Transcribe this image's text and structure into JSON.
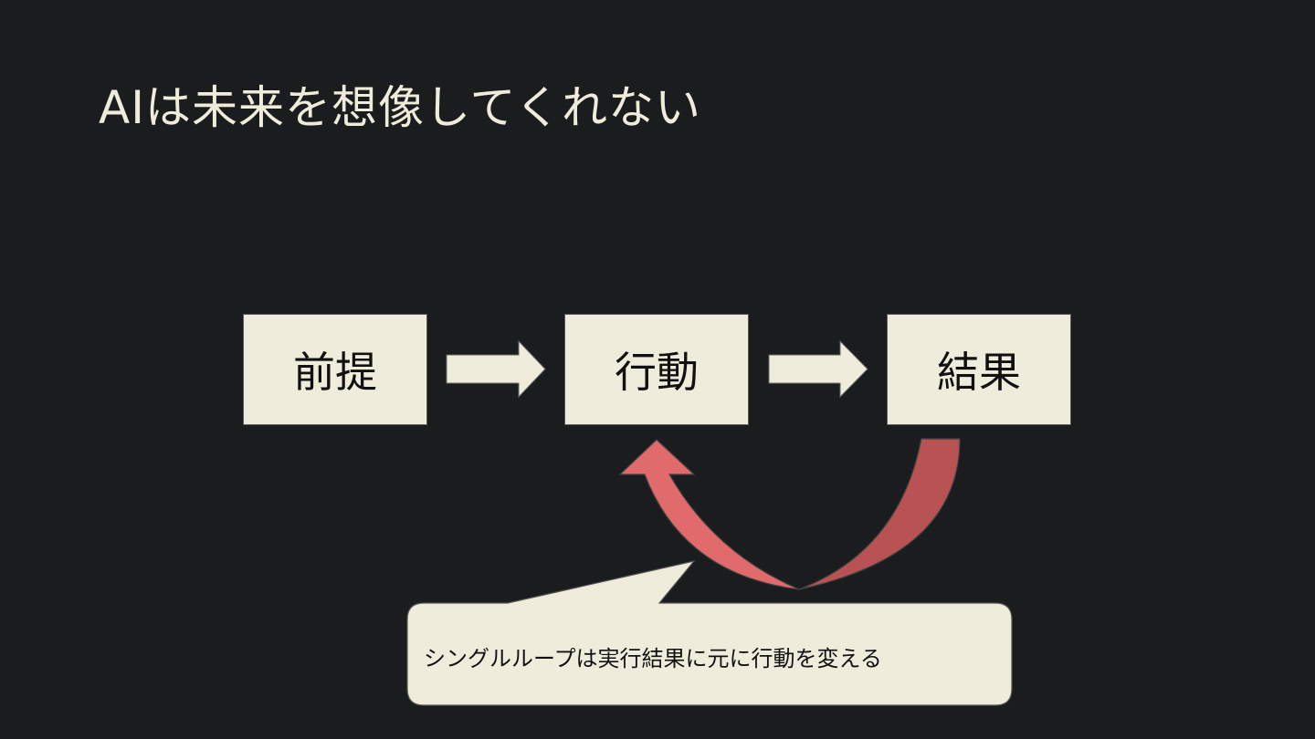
{
  "slide": {
    "title": "AIは未来を想像してくれない"
  },
  "flow": {
    "steps": [
      "前提",
      "行動",
      "結果"
    ]
  },
  "callout": {
    "text": "シングルループは実行結果に元に行動を変える"
  },
  "colors": {
    "background": "#1b1c1e",
    "box_fill": "#efecdc",
    "loop_arrow_light": "#e06a6c",
    "loop_arrow_dark": "#b85253"
  }
}
